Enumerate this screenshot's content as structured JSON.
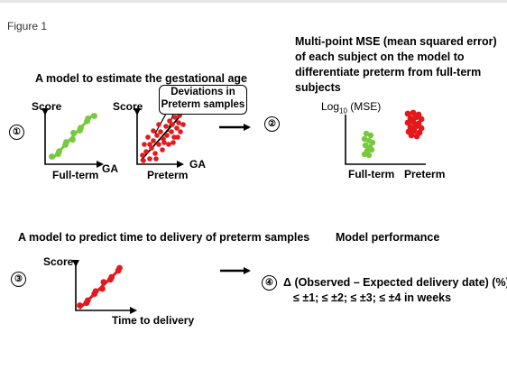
{
  "figure_label": "Figure 1",
  "model_gestational": {
    "title": "A model to estimate the gestational age",
    "step": "①",
    "fullterm_plot": {
      "ylabel": "Score",
      "xlabel": "GA",
      "caption": "Full-term"
    },
    "preterm_plot": {
      "ylabel": "Score",
      "xlabel": "GA",
      "caption": "Preterm"
    },
    "callout": [
      "Deviations in",
      "Preterm samples"
    ]
  },
  "mse": {
    "step": "②",
    "title": "Multi-point MSE (mean squared error) of each subject on the model to differentiate preterm from full-term subjects",
    "ylabel_prefix": "Log",
    "ylabel_sub": "10",
    "ylabel_suffix": " (MSE)",
    "xlabels": [
      "Full-term",
      "Preterm"
    ]
  },
  "model_delivery": {
    "title": "A model to predict time to delivery of preterm samples",
    "step": "③",
    "plot": {
      "ylabel": "Score",
      "xlabel": "Time to delivery"
    }
  },
  "performance": {
    "title": "Model performance",
    "step": "④",
    "line1": "Δ (Observed – Expected delivery date) (%)",
    "line2": "≤ ±1; ≤ ±2; ≤ ±3; ≤ ±4 in weeks"
  },
  "colors": {
    "fullterm": "#78c83c",
    "preterm": "#e3191c",
    "axis": "#000000"
  }
}
